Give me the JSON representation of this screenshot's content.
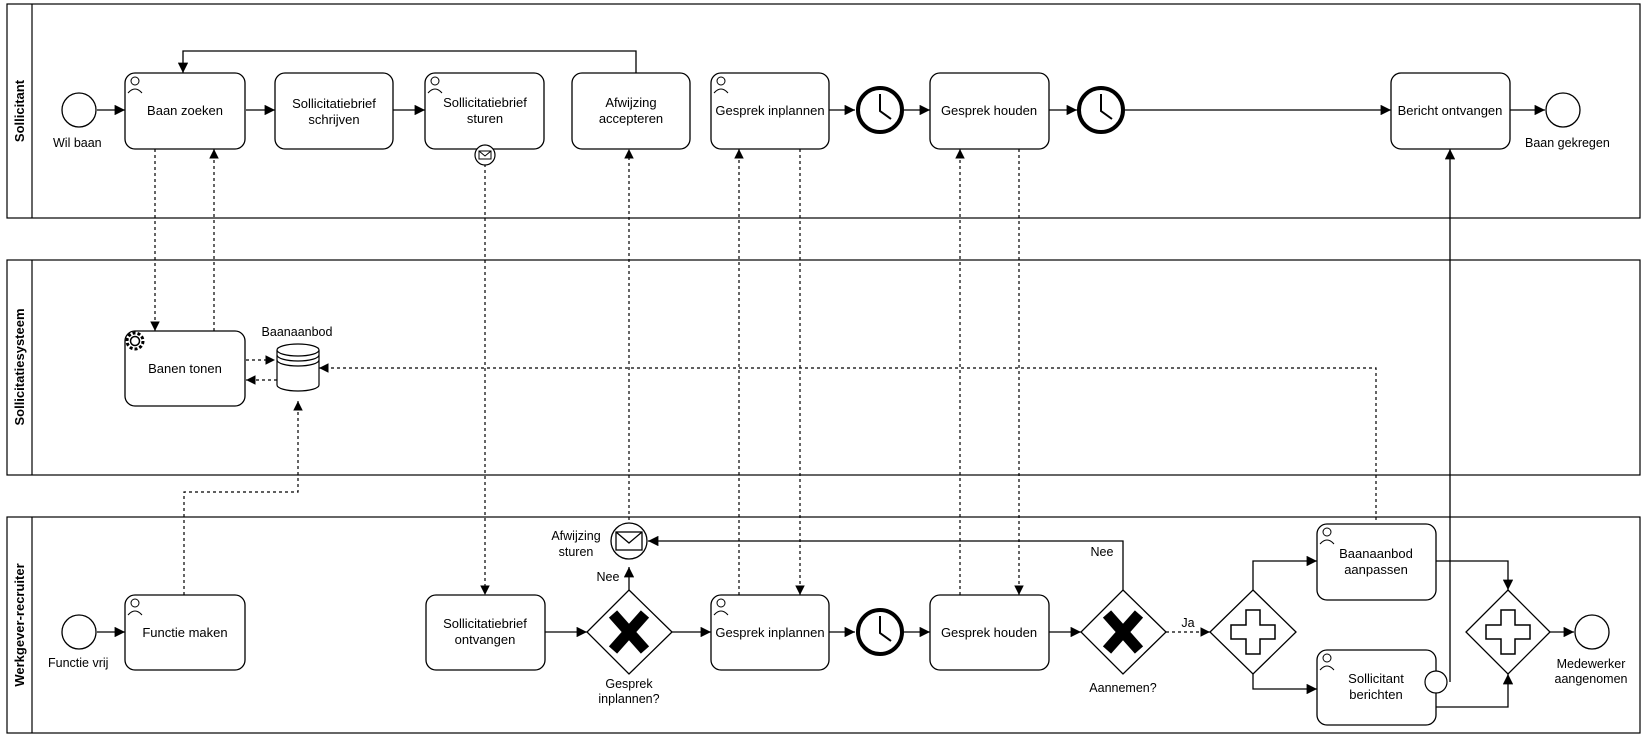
{
  "pools": {
    "sollicitant": "Sollicitant",
    "systeem": "Sollicitatiesysteem",
    "werkgever": "Werkgever-recruiter"
  },
  "events": {
    "wil_baan": "Wil baan",
    "baan_gekregen": "Baan gekregen",
    "functie_vrij": "Functie vrij",
    "medewerker_aangenomen": [
      "Medewerker",
      "aangenomen"
    ],
    "afwijzing_sturen": [
      "Afwijzing",
      "sturen"
    ]
  },
  "tasks": {
    "baan_zoeken": [
      "Baan zoeken"
    ],
    "brief_schrijven": [
      "Sollicitatiebrief",
      "schrijven"
    ],
    "brief_sturen": [
      "Sollicitatiebrief",
      "sturen"
    ],
    "afwijzing_accepteren": [
      "Afwijzing",
      "accepteren"
    ],
    "gesprek_inplannen_top": [
      "Gesprek inplannen"
    ],
    "gesprek_houden_top": [
      "Gesprek houden"
    ],
    "bericht_ontvangen": [
      "Bericht ontvangen"
    ],
    "banen_tonen": [
      "Banen tonen"
    ],
    "functie_maken": [
      "Functie maken"
    ],
    "brief_ontvangen": [
      "Sollicitatiebrief",
      "ontvangen"
    ],
    "gesprek_inplannen_bottom": [
      "Gesprek inplannen"
    ],
    "gesprek_houden_bottom": [
      "Gesprek houden"
    ],
    "baanaanbod_aanpassen": [
      "Baanaanbod",
      "aanpassen"
    ],
    "sollicitant_berichten": [
      "Sollicitant",
      "berichten"
    ]
  },
  "datastore": {
    "baanaanbod": "Baanaanbod"
  },
  "gateways": {
    "gesprek_inplannen_q": [
      "Gesprek",
      "inplannen?"
    ],
    "aannemen_q": "Aannemen?"
  },
  "flow_labels": {
    "nee_1": "Nee",
    "nee_2": "Nee",
    "ja": "Ja"
  }
}
